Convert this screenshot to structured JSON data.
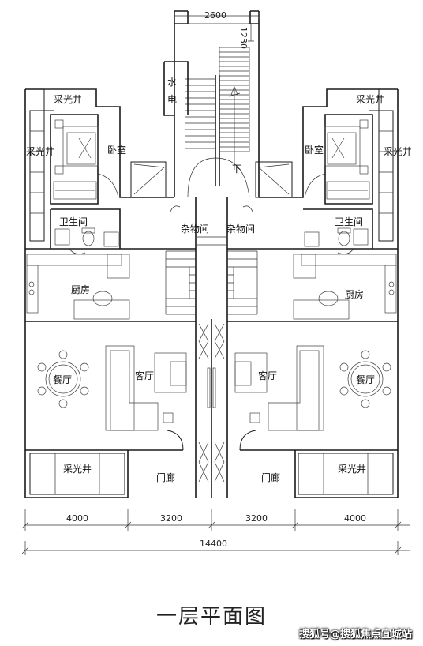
{
  "title": "一层平面图",
  "watermark": "搜狐号@搜狐焦点宜城站",
  "rooms": {
    "lightwell_tl": "采光井",
    "lightwell_tr": "采光井",
    "lightwell_ml": "采光井",
    "lightwell_mr": "采光井",
    "lightwell_bl": "采光井",
    "lightwell_br": "采光井",
    "bedroom_l": "卧室",
    "bedroom_r": "卧室",
    "bath_l": "卫生间",
    "bath_r": "卫生间",
    "storage_l": "杂物间",
    "storage_r": "杂物间",
    "kitchen_l": "厨房",
    "kitchen_r": "厨房",
    "dining_l": "餐厅",
    "dining_r": "餐厅",
    "living_l": "客厅",
    "living_r": "客厅",
    "porch_l": "门廊",
    "porch_r": "门廊",
    "utility": [
      "水",
      "电"
    ],
    "stair_down": "下"
  },
  "dimensions": {
    "top_width": "2600",
    "top_depth": "1230",
    "segments": [
      "4000",
      "3200",
      "3200",
      "4000"
    ],
    "total": "14400"
  }
}
